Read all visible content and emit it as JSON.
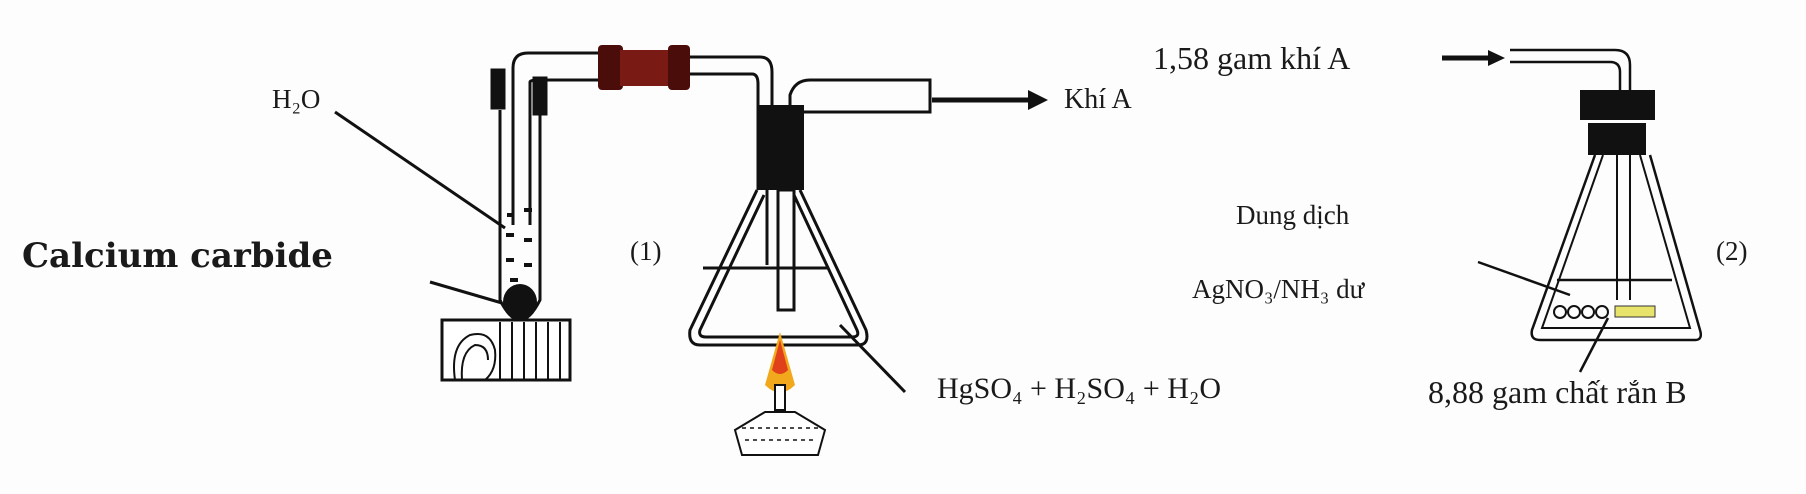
{
  "labels": {
    "calcium_carbide": "Calcium carbide",
    "water": "H₂O",
    "flask1": "(1)",
    "flask2": "(2)",
    "gas_out": "Khí A",
    "gas_in": "1,58 gam khí A",
    "solution_line1": "Dung dịch",
    "solution_line2": "AgNO₃/NH₃ dư",
    "catalyst_mix": "HgSO₄ + H₂SO₄ + H₂O",
    "solid_product": "8,88 gam chất rắn B"
  },
  "colors": {
    "connector": "#7a1a14",
    "flame_outer": "#f2a81c",
    "flame_inner": "#e0401a",
    "ink": "#111111"
  }
}
